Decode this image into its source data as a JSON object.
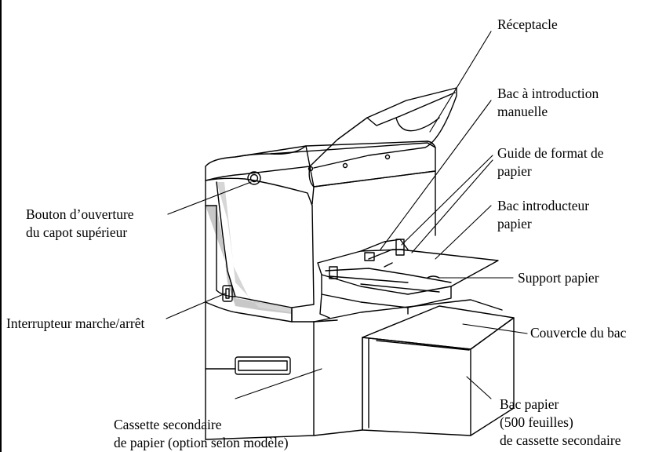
{
  "labels": {
    "receptacle": [
      "Réceptacle"
    ],
    "manual_feed_tray": [
      "Bac à introduction",
      "manuelle"
    ],
    "paper_size_guide": [
      "Guide de format de",
      "papier"
    ],
    "paper_feed_tray": [
      "Bac introducteur",
      "papier"
    ],
    "paper_support": [
      "Support papier"
    ],
    "tray_cover": [
      "Couvercle du bac"
    ],
    "paper_tray": [
      "Bac papier",
      "(500 feuilles)",
      "de cassette secondaire"
    ],
    "secondary_cassette": [
      "Cassette secondaire",
      "de papier (option selon modèle)"
    ],
    "power_switch": [
      "Interrupteur marche/arrêt"
    ],
    "top_cover_button": [
      "Bouton d’ouverture",
      "du capot supérieur"
    ]
  }
}
